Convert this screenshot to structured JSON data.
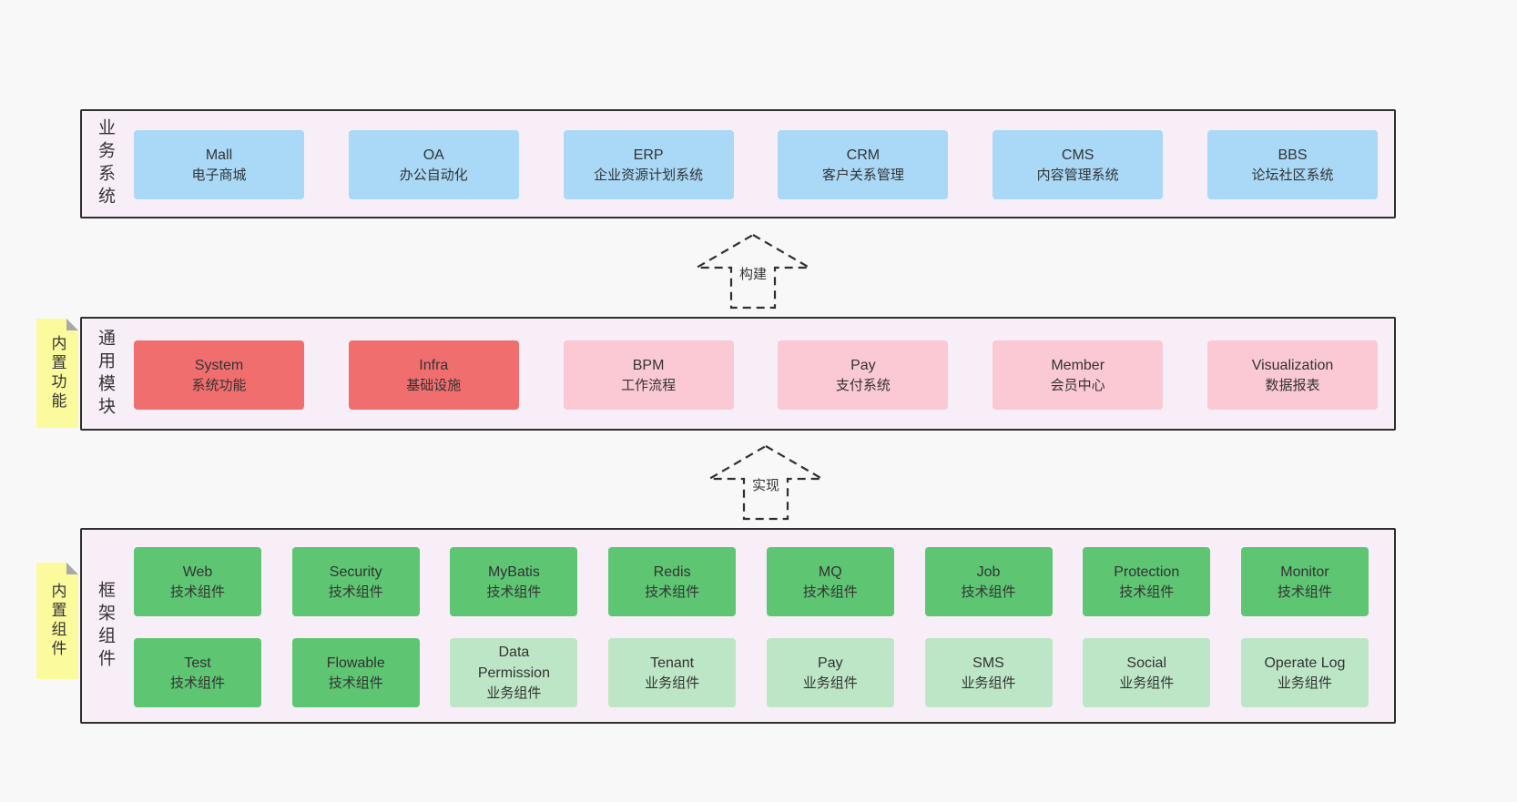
{
  "colors": {
    "pageBg": "#f8f8f8",
    "containerBg": "#f8eef7",
    "border": "#2f2f2f",
    "blue": "#a9d9f7",
    "red": "#f06e6e",
    "pink": "#fac9d3",
    "green": "#5ec573",
    "lightGreen": "#bde6c6",
    "sticky": "#fbfb9d"
  },
  "arrows": [
    {
      "label": "构建"
    },
    {
      "label": "实现"
    }
  ],
  "layers": [
    {
      "id": "business",
      "side_label": "业务系统",
      "rows": [
        [
          {
            "title": "Mall",
            "subtitle": "电子商城",
            "color": "blue"
          },
          {
            "title": "OA",
            "subtitle": "办公自动化",
            "color": "blue"
          },
          {
            "title": "ERP",
            "subtitle": "企业资源计划系统",
            "color": "blue"
          },
          {
            "title": "CRM",
            "subtitle": "客户关系管理",
            "color": "blue"
          },
          {
            "title": "CMS",
            "subtitle": "内容管理系统",
            "color": "blue"
          },
          {
            "title": "BBS",
            "subtitle": "论坛社区系统",
            "color": "blue"
          }
        ]
      ]
    },
    {
      "id": "modules",
      "side_label": "通用模块",
      "sticky_label": "内置功能",
      "rows": [
        [
          {
            "title": "System",
            "subtitle": "系统功能",
            "color": "red"
          },
          {
            "title": "Infra",
            "subtitle": "基础设施",
            "color": "red"
          },
          {
            "title": "BPM",
            "subtitle": "工作流程",
            "color": "pink"
          },
          {
            "title": "Pay",
            "subtitle": "支付系统",
            "color": "pink"
          },
          {
            "title": "Member",
            "subtitle": "会员中心",
            "color": "pink"
          },
          {
            "title": "Visualization",
            "subtitle": "数据报表",
            "color": "pink"
          }
        ]
      ]
    },
    {
      "id": "framework",
      "side_label": "框架组件",
      "sticky_label": "内置组件",
      "rows": [
        [
          {
            "title": "Web",
            "subtitle": "技术组件",
            "color": "green"
          },
          {
            "title": "Security",
            "subtitle": "技术组件",
            "color": "green"
          },
          {
            "title": "MyBatis",
            "subtitle": "技术组件",
            "color": "green"
          },
          {
            "title": "Redis",
            "subtitle": "技术组件",
            "color": "green"
          },
          {
            "title": "MQ",
            "subtitle": "技术组件",
            "color": "green"
          },
          {
            "title": "Job",
            "subtitle": "技术组件",
            "color": "green"
          },
          {
            "title": "Protection",
            "subtitle": "技术组件",
            "color": "green"
          },
          {
            "title": "Monitor",
            "subtitle": "技术组件",
            "color": "green"
          }
        ],
        [
          {
            "title": "Test",
            "subtitle": "技术组件",
            "color": "green"
          },
          {
            "title": "Flowable",
            "subtitle": "技术组件",
            "color": "green"
          },
          {
            "title": "Data Permission",
            "subtitle": "业务组件",
            "color": "lightGreen"
          },
          {
            "title": "Tenant",
            "subtitle": "业务组件",
            "color": "lightGreen"
          },
          {
            "title": "Pay",
            "subtitle": "业务组件",
            "color": "lightGreen"
          },
          {
            "title": "SMS",
            "subtitle": "业务组件",
            "color": "lightGreen"
          },
          {
            "title": "Social",
            "subtitle": "业务组件",
            "color": "lightGreen"
          },
          {
            "title": "Operate Log",
            "subtitle": "业务组件",
            "color": "lightGreen"
          }
        ]
      ]
    }
  ]
}
